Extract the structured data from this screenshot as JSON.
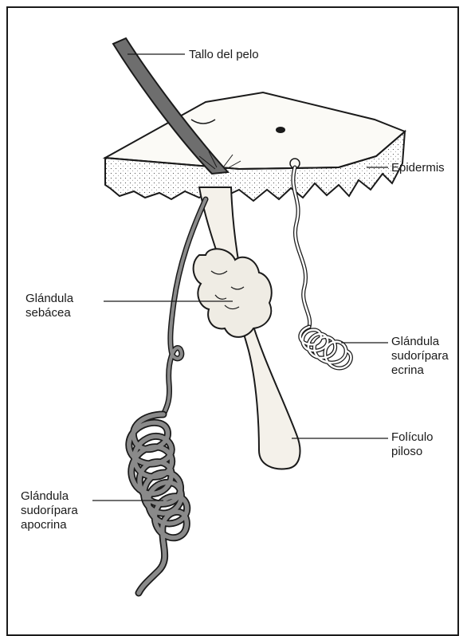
{
  "labels": {
    "hair_shaft": "Tallo del pelo",
    "epidermis": "Epidermis",
    "sebaceous_gland": "Glándula\nsebácea",
    "eccrine_gland": "Glándula\nsudorípara\necrina",
    "hair_follicle": "Folículo\npiloso",
    "apocrine_gland": "Glándula\nsudorípara\napocrina"
  },
  "colors": {
    "ink": "#1a1a1a",
    "apocrine_tube": "#8a8a8a",
    "skin": "#f4f1ea"
  }
}
